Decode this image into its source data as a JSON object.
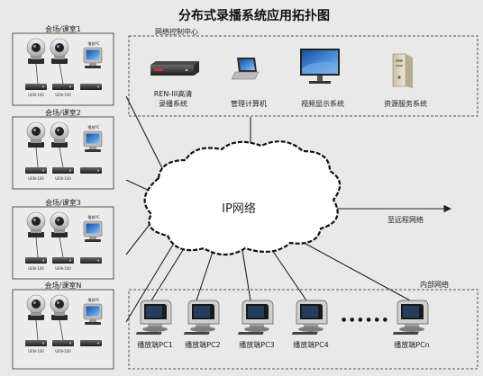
{
  "title": "分布式录播系统应用拓扑图",
  "network_center": {
    "label": "网络控制中心",
    "items": [
      {
        "label_lines": [
          "REN-III高清",
          "录播系统"
        ],
        "icon": "recorder-icon"
      },
      {
        "label_lines": [
          "管理计算机"
        ],
        "icon": "laptop-icon"
      },
      {
        "label_lines": [
          "视频显示系统"
        ],
        "icon": "monitor-icon"
      },
      {
        "label_lines": [
          "资源服务系统"
        ],
        "icon": "server-icon"
      }
    ]
  },
  "classrooms": [
    {
      "label": "会场/课室1",
      "device_captions": [
        "UEN-100",
        "UEN-100",
        "播放PC"
      ]
    },
    {
      "label": "会场/课室2",
      "device_captions": [
        "UEN-100",
        "UEN-100",
        "播放PC"
      ]
    },
    {
      "label": "会场/课室3",
      "device_captions": [
        "UEN-100",
        "UEN-100",
        "播放PC"
      ]
    },
    {
      "label": "会场/课室N",
      "device_captions": [
        "UEN-100",
        "UEN-100",
        "播放PC"
      ]
    }
  ],
  "cloud": {
    "label": "IP网络"
  },
  "remote_link": {
    "label": "至远程网络"
  },
  "internal_network": {
    "label": "内部网络",
    "clients": [
      "播放端PC1",
      "播放端PC2",
      "播放端PC3",
      "播放端PC4",
      "播放端PCn"
    ],
    "ellipsis": "● ● ● ● ● ●"
  },
  "colors": {
    "background": "#e9e9e9",
    "box_border": "#555555",
    "line": "#222222",
    "monitor_screen": "#3a78c8"
  }
}
